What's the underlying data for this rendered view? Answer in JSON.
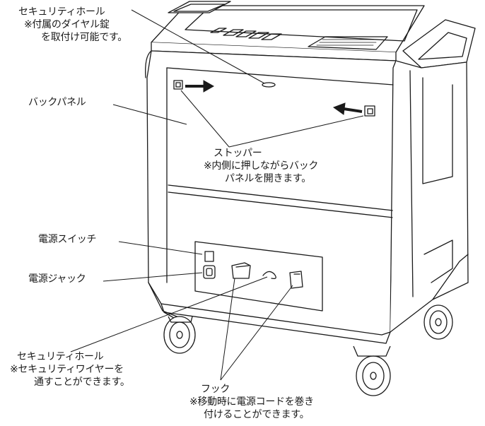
{
  "labels": {
    "security_hole_top": {
      "line1": "セキュリティホール",
      "line2": "※付属のダイヤル錠",
      "line3": "を取付け可能です。"
    },
    "back_panel": "バックパネル",
    "stopper": {
      "line1": "ストッパー",
      "line2": "※内側に押しながらバック",
      "line3": "パネルを開きます。"
    },
    "power_switch": "電源スイッチ",
    "power_jack": "電源ジャック",
    "security_hole_bottom": {
      "line1": "セキュリティホール",
      "line2": "※セキュリティワイヤーを",
      "line3": "通すことができます。"
    },
    "hook": {
      "line1": "フック",
      "line2": "※移動時に電源コードを巻き",
      "line3": "付けることができます。"
    }
  },
  "colors": {
    "line": "#1a1a1a",
    "fill": "#ffffff",
    "shade": "#f2f2f2"
  }
}
